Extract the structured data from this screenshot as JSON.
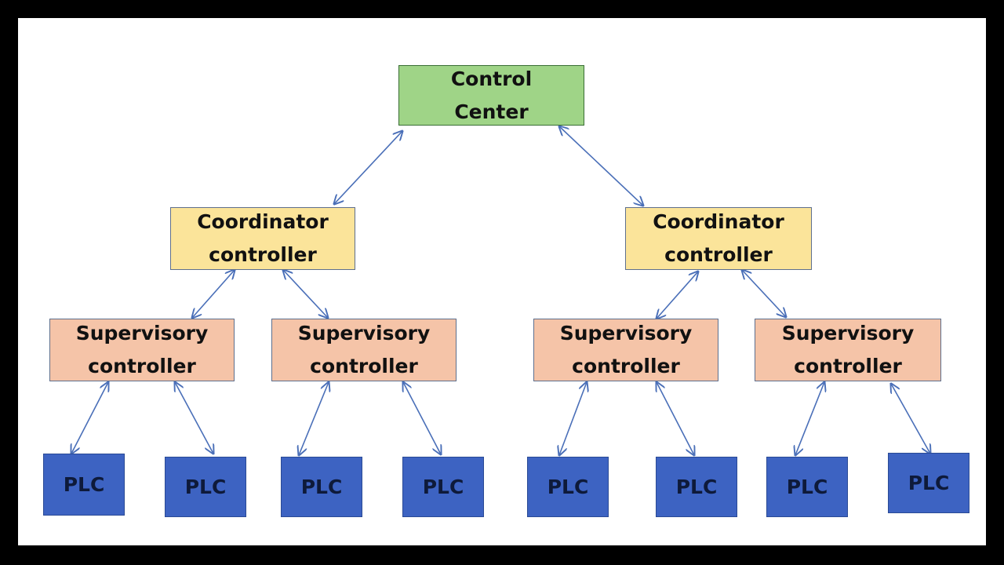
{
  "colors": {
    "background": "#ffffff",
    "frame": "#000000",
    "control_center_fill": "#9fd487",
    "coordinator_fill": "#fbe49a",
    "supervisory_fill": "#f5c4a8",
    "plc_fill": "#3d63c2",
    "arrow": "#4a6fb8"
  },
  "control_center": {
    "line1": "Control",
    "line2": "Center"
  },
  "coordinators": [
    {
      "line1": "Coordinator",
      "line2": "controller"
    },
    {
      "line1": "Coordinator",
      "line2": "controller"
    }
  ],
  "supervisory": [
    {
      "line1": "Supervisory",
      "line2": "controller"
    },
    {
      "line1": "Supervisory",
      "line2": "controller"
    },
    {
      "line1": "Supervisory",
      "line2": "controller"
    },
    {
      "line1": "Supervisory",
      "line2": "controller"
    }
  ],
  "plcs": [
    {
      "label": "PLC"
    },
    {
      "label": "PLC"
    },
    {
      "label": "PLC"
    },
    {
      "label": "PLC"
    },
    {
      "label": "PLC"
    },
    {
      "label": "PLC"
    },
    {
      "label": "PLC"
    },
    {
      "label": "PLC"
    }
  ],
  "connections": [
    {
      "from": "control-center",
      "to": "coordinator-1"
    },
    {
      "from": "control-center",
      "to": "coordinator-2"
    },
    {
      "from": "coordinator-1",
      "to": "supervisory-1"
    },
    {
      "from": "coordinator-1",
      "to": "supervisory-2"
    },
    {
      "from": "coordinator-2",
      "to": "supervisory-3"
    },
    {
      "from": "coordinator-2",
      "to": "supervisory-4"
    },
    {
      "from": "supervisory-1",
      "to": "plc-1"
    },
    {
      "from": "supervisory-1",
      "to": "plc-2"
    },
    {
      "from": "supervisory-2",
      "to": "plc-3"
    },
    {
      "from": "supervisory-2",
      "to": "plc-4"
    },
    {
      "from": "supervisory-3",
      "to": "plc-5"
    },
    {
      "from": "supervisory-3",
      "to": "plc-6"
    },
    {
      "from": "supervisory-4",
      "to": "plc-7"
    },
    {
      "from": "supervisory-4",
      "to": "plc-8"
    }
  ]
}
